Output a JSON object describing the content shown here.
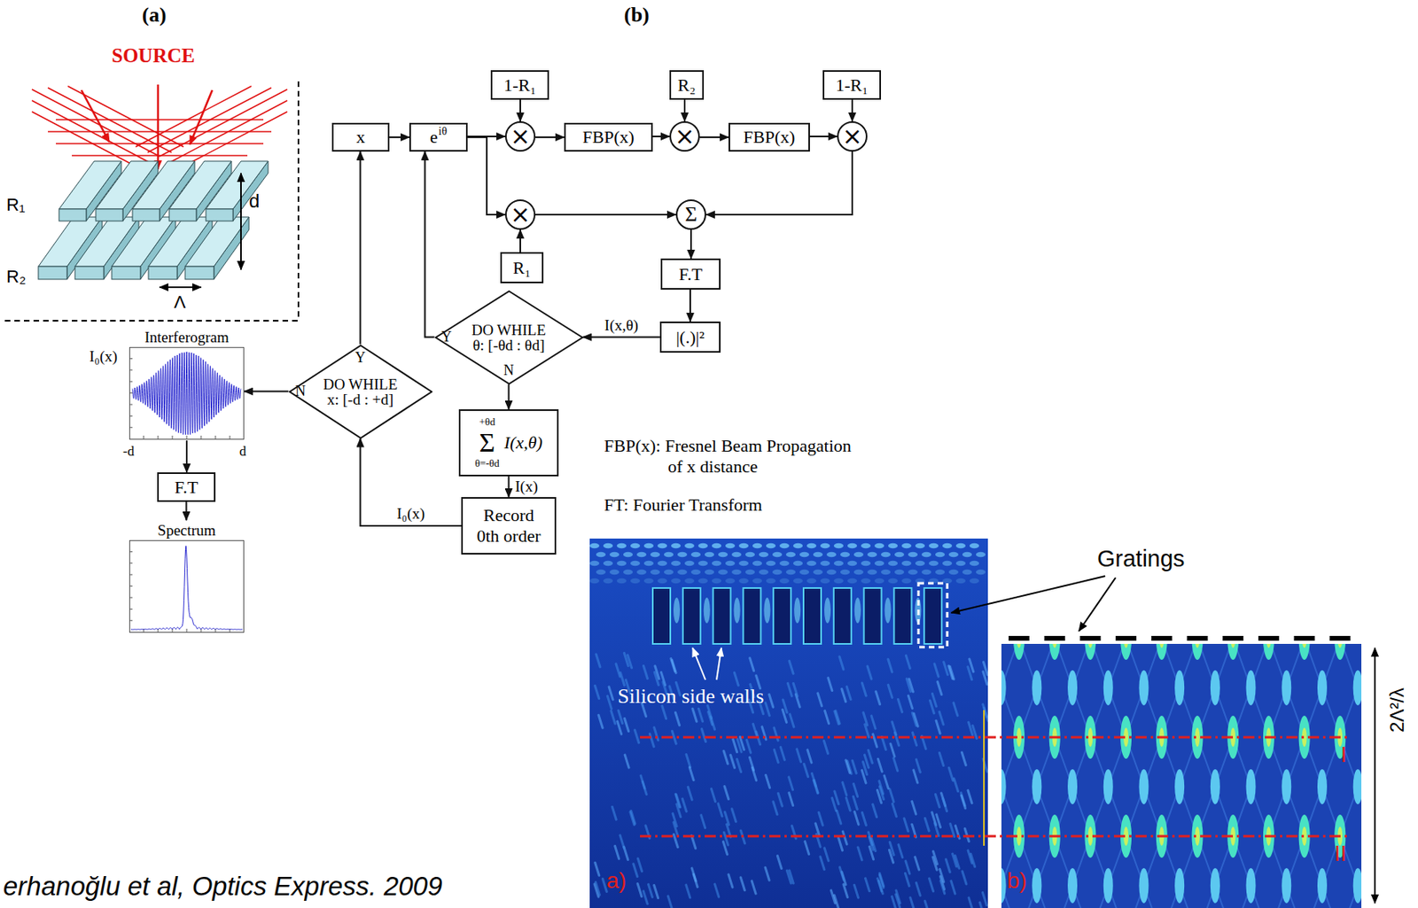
{
  "diagram": {
    "nodes": [
      {
        "text": [
          "x"
        ]
      },
      {
        "text": [
          "e",
          "iθ"
        ]
      },
      {
        "text": [
          "1-R₁"
        ]
      },
      {
        "text": [
          "×"
        ]
      },
      {
        "text": [
          "FBP(x)"
        ]
      },
      {
        "text": [
          "R₂"
        ]
      },
      {
        "text": [
          "×"
        ]
      },
      {
        "text": [
          "FBP(x)"
        ]
      },
      {
        "text": [
          "1-R₁"
        ]
      },
      {
        "text": [
          "×"
        ]
      },
      {
        "text": [
          "×"
        ]
      },
      {
        "text": [
          "Σ"
        ]
      },
      {
        "text": [
          "R₁"
        ]
      },
      {
        "text": [
          "F.T"
        ]
      },
      {
        "text": [
          "|(.)|²"
        ]
      },
      {
        "text": [
          "DO WHILE",
          "θ: [-θd : θd]"
        ]
      },
      {
        "text": [
          "+θd",
          "Σ",
          "θ=-θd",
          "I(x,θ)"
        ]
      },
      {
        "text": [
          "Record 0th order"
        ]
      },
      {
        "text": [
          "DO WHILE",
          "x: [-d : +d]"
        ]
      },
      {
        "text": [
          "Interferogram"
        ]
      },
      {
        "text": [
          "F.T"
        ]
      },
      {
        "text": [
          "Spectrum"
        ]
      }
    ],
    "edges": [
      {
        "from": 18,
        "to": 0,
        "arrow": "to",
        "label": "Y"
      },
      {
        "from": 0,
        "to": 1,
        "arrow": "to"
      },
      {
        "from": 1,
        "to": 3,
        "arrow": "to"
      },
      {
        "from": 2,
        "to": 3,
        "arrow": "to"
      },
      {
        "from": 3,
        "to": 4,
        "arrow": "to"
      },
      {
        "from": 4,
        "to": 6,
        "arrow": "to"
      },
      {
        "from": 5,
        "to": 6,
        "arrow": "to"
      },
      {
        "from": 6,
        "to": 7,
        "arrow": "to"
      },
      {
        "from": 7,
        "to": 9,
        "arrow": "to"
      },
      {
        "from": 8,
        "to": 9,
        "arrow": "to"
      },
      {
        "from": 1,
        "to": 10,
        "arrow": "to"
      },
      {
        "from": 12,
        "to": 10,
        "arrow": "to"
      },
      {
        "from": 10,
        "to": 11,
        "arrow": "to"
      },
      {
        "from": 9,
        "to": 11,
        "arrow": "to"
      },
      {
        "from": 11,
        "to": 13,
        "arrow": "to"
      },
      {
        "from": 13,
        "to": 14,
        "arrow": "to"
      },
      {
        "from": 14,
        "to": 15,
        "arrow": "to",
        "label": "I(x,θ)"
      },
      {
        "from": 15,
        "to": 1,
        "arrow": "to",
        "label": "Y"
      },
      {
        "from": 15,
        "to": 16,
        "arrow": "to",
        "label": "N"
      },
      {
        "from": 16,
        "to": 17,
        "arrow": "to",
        "label": "I(x)"
      },
      {
        "from": 17,
        "to": 18,
        "arrow": "to",
        "label": "I₀(x)"
      },
      {
        "from": 18,
        "to": 19,
        "arrow": "to",
        "label": "N"
      },
      {
        "from": 19,
        "to": 20,
        "arrow": "to"
      },
      {
        "from": 20,
        "to": 21,
        "arrow": "to"
      }
    ],
    "labels": [
      "(a)",
      "(b)",
      "SOURCE",
      "R₁",
      "R₂",
      "d",
      "Λ",
      "I₀(x)",
      "-d",
      "d",
      "FBP(x): Fresnel Beam Propagation of x distance",
      "FT: Fourier Transform",
      "Silicon side walls",
      "Gratings",
      "2Λ²/λ",
      "I",
      "II",
      "a)",
      "b)",
      "erhanoğlu et al, Optics Express. 2009"
    ]
  }
}
